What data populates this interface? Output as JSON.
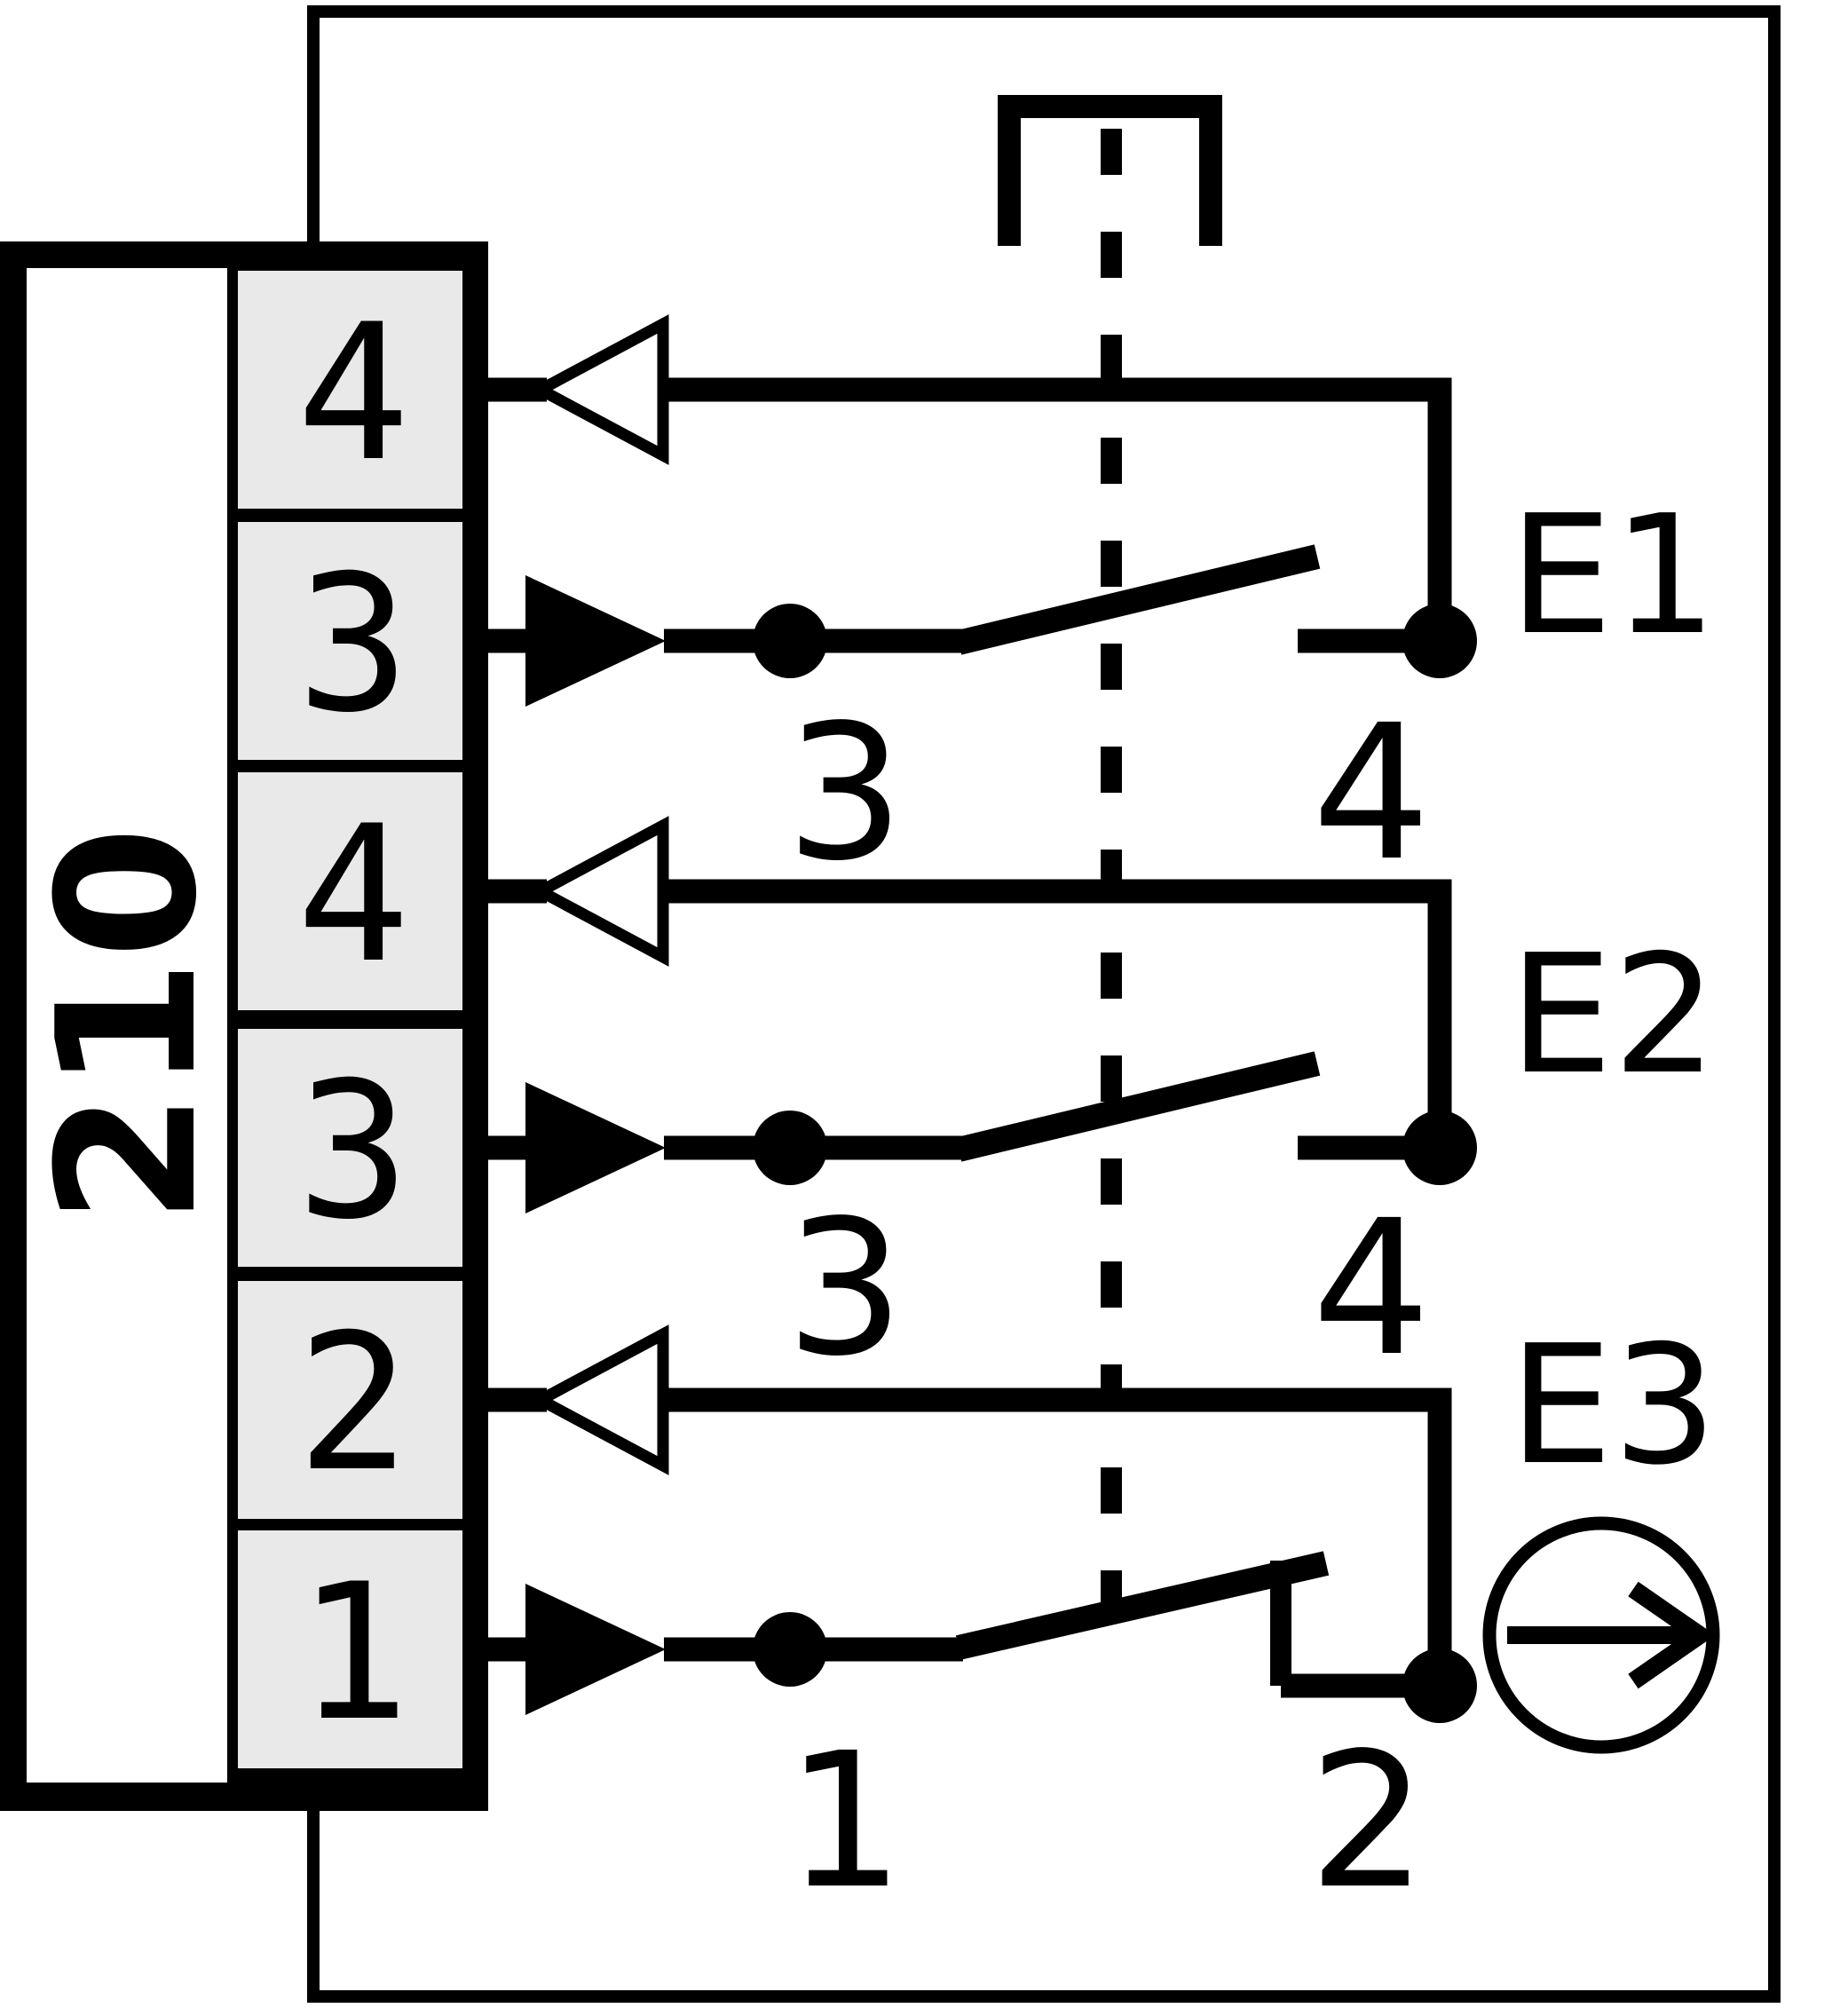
{
  "module": {
    "label": "210",
    "terminals": [
      "4",
      "3",
      "4",
      "3",
      "2",
      "1"
    ]
  },
  "circuits": [
    {
      "label": "E1",
      "left_contact": "3",
      "right_contact": "4",
      "state": "open"
    },
    {
      "label": "E2",
      "left_contact": "3",
      "right_contact": "4",
      "state": "open"
    },
    {
      "label": "E3",
      "left_contact": "1",
      "right_contact": "2",
      "state": "closed"
    }
  ],
  "colors": {
    "line": "#000000",
    "background": "#ffffff",
    "terminal_cell_fill": "#e9e9e9"
  }
}
